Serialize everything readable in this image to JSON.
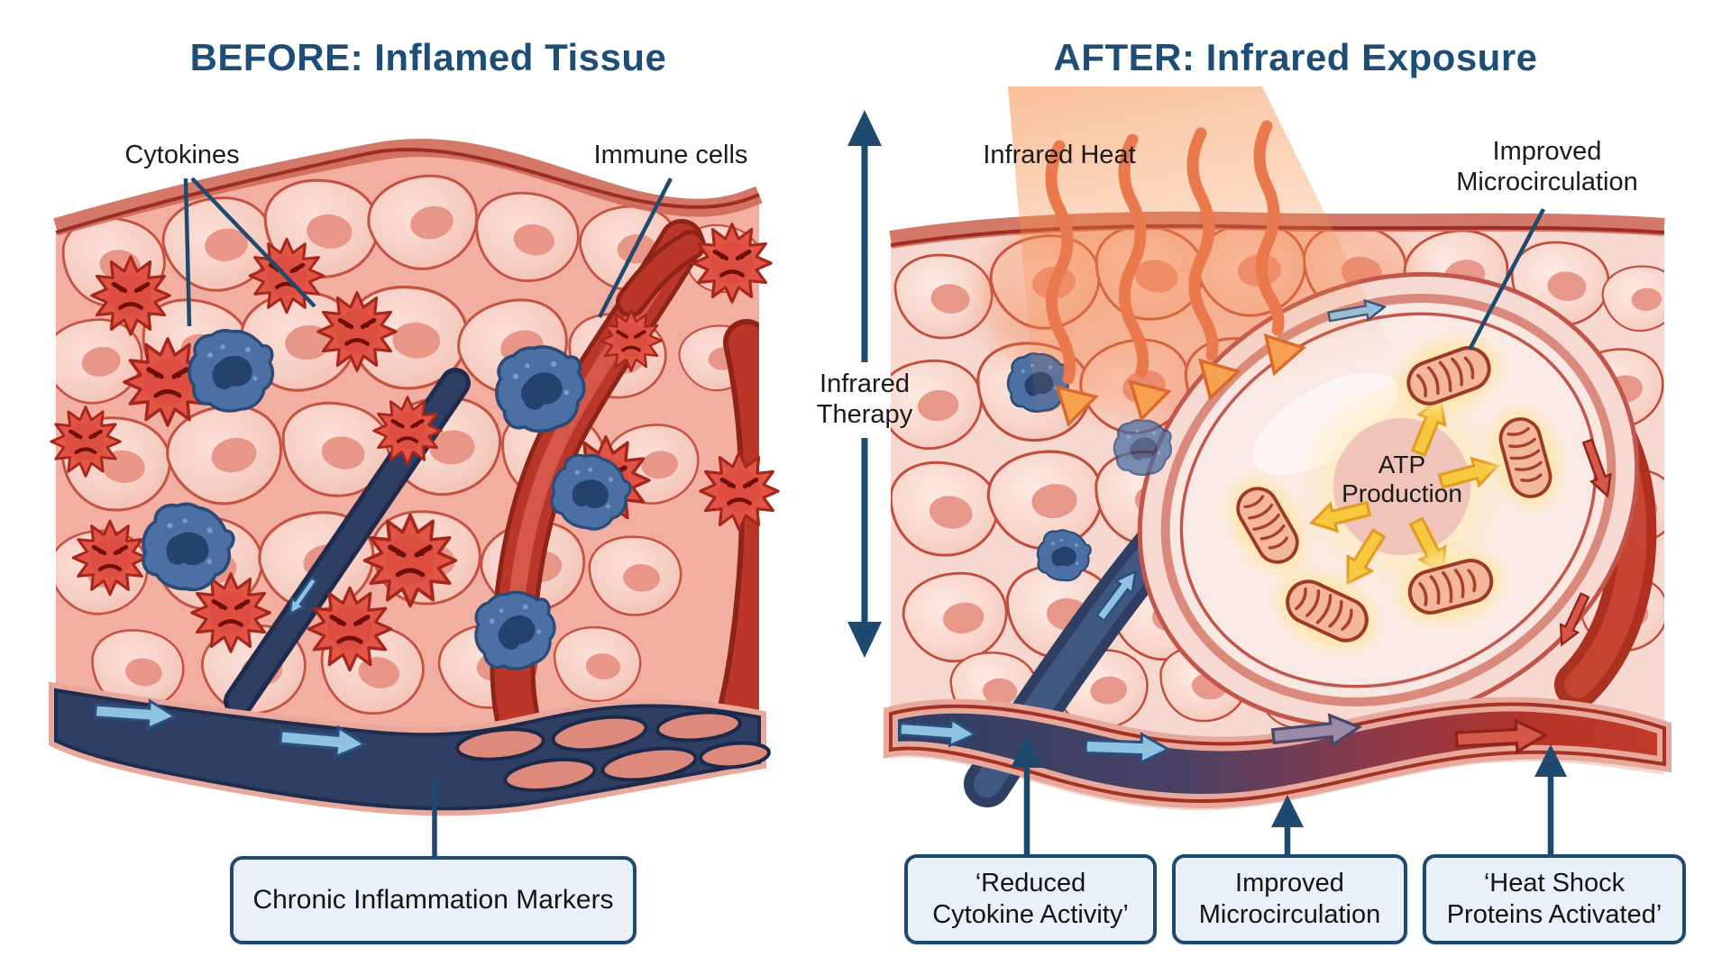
{
  "panels": {
    "before": {
      "title": "BEFORE: Inflamed Tissue"
    },
    "after": {
      "title": "AFTER: Infrared Exposure"
    }
  },
  "annotations": {
    "cytokines": "Cytokines",
    "immune_cells": "Immune cells",
    "infrared_heat": "Infrared Heat",
    "improved_microcirculation": [
      "Improved",
      "Microcirculation"
    ],
    "infrared_therapy": [
      "Infrared",
      "Therapy"
    ],
    "atp_production": [
      "ATP",
      "Production"
    ]
  },
  "callouts": {
    "chronic": "Chronic Inflammation Markers",
    "reduced": [
      "‘Reduced",
      "Cytokine Activity’"
    ],
    "improved": [
      "Improved",
      "Microcirculation"
    ],
    "heat_shock": [
      "‘Heat Shock",
      "Proteins Activated’"
    ]
  },
  "colors": {
    "heading": "#1e4e78",
    "label_text": "#1b1b1b",
    "callout_border": "#1d4a6e",
    "callout_fill": "#e9f0f8",
    "pointer_navy": "#1d4a6e",
    "cytokine_red": "#e25446",
    "immune_blue": "#4c70a4",
    "vein_navy": "#2e3f63",
    "vessel_red": "#b0301f",
    "heat_orange": "#ea7a4e",
    "atp_yellow": "#f7c93f"
  }
}
